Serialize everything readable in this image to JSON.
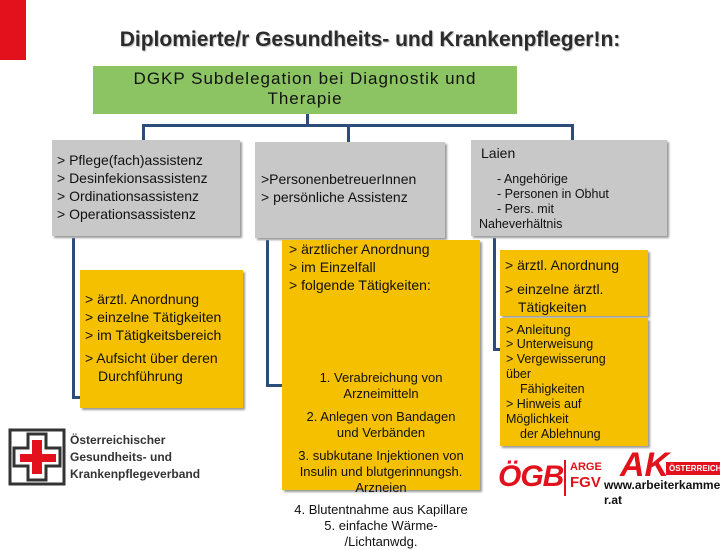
{
  "header": {
    "title": "Diplomierte/r Gesundheits- und Krankenpfleger!n:"
  },
  "root": {
    "label_line1": "DGKP Subdelegation bei Diagnostik und",
    "label_line2": "Therapie"
  },
  "left": {
    "gray_items": [
      "> Pflege(fach)assistenz",
      "> Desinfekionsassistenz",
      "> Ordinationsassistenz",
      "> Operationsassistenz"
    ],
    "yellow_items": [
      "> ärztl. Anordnung",
      "> einzelne Tätigkeiten",
      "> im Tätigkeitsbereich"
    ],
    "yellow_extra_line1": "> Aufsicht über deren",
    "yellow_extra_line2": "Durchführung"
  },
  "middle": {
    "gray_items": [
      ">PersonenbetreuerInnen",
      "> persönliche Assistenz"
    ],
    "yellow_intro": [
      "> ärztlicher Anordnung",
      "> im Einzelfall",
      "> folgende Tätigkeiten:"
    ],
    "yellow_list": [
      "1.  Verabreichung von",
      "Arzneimitteln",
      "2.  Anlegen von Bandagen",
      "und Verbänden",
      "3.  subkutane Injektionen von",
      "Insulin und blutgerinnungsh.",
      "Arzneien",
      "4.  Blutentnahme aus Kapillare",
      "5.  einfache Wärme-",
      "/Lichtanwdg."
    ]
  },
  "right": {
    "gray_title": "Laien",
    "gray_items": [
      "-  Angehörige",
      "-  Personen in Obhut",
      "-  Pers. mit",
      "Naheverhältnis"
    ],
    "yellow_top": [
      "> ärztl. Anordnung",
      "> einzelne ärztl.",
      "Tätigkeiten"
    ],
    "yellow_bottom": [
      "> Anleitung",
      "> Unterweisung",
      "> Vergewisserung",
      "über",
      "Fähigkeiten",
      "> Hinweis auf",
      "Möglichkeit",
      "der Ablehnung"
    ]
  },
  "logos": {
    "oegkv_line1": "Österreichischer",
    "oegkv_line2": "Gesundheits- und",
    "oegkv_line3": "Krankenpflegeverband",
    "oegb_text": "ÖGB",
    "arge_line1": "ARGE",
    "arge_line2": "FGV",
    "ak_text": "AK",
    "ak_sub": "ÖSTERREICH",
    "url_line1": "www.arbeiterkamme",
    "url_line2": "r.at"
  },
  "colors": {
    "accent_red": "#e2111b",
    "green": "#8cc463",
    "yellow": "#f5c000",
    "gray": "#c8c8c8",
    "connector": "#2d4c7a"
  }
}
